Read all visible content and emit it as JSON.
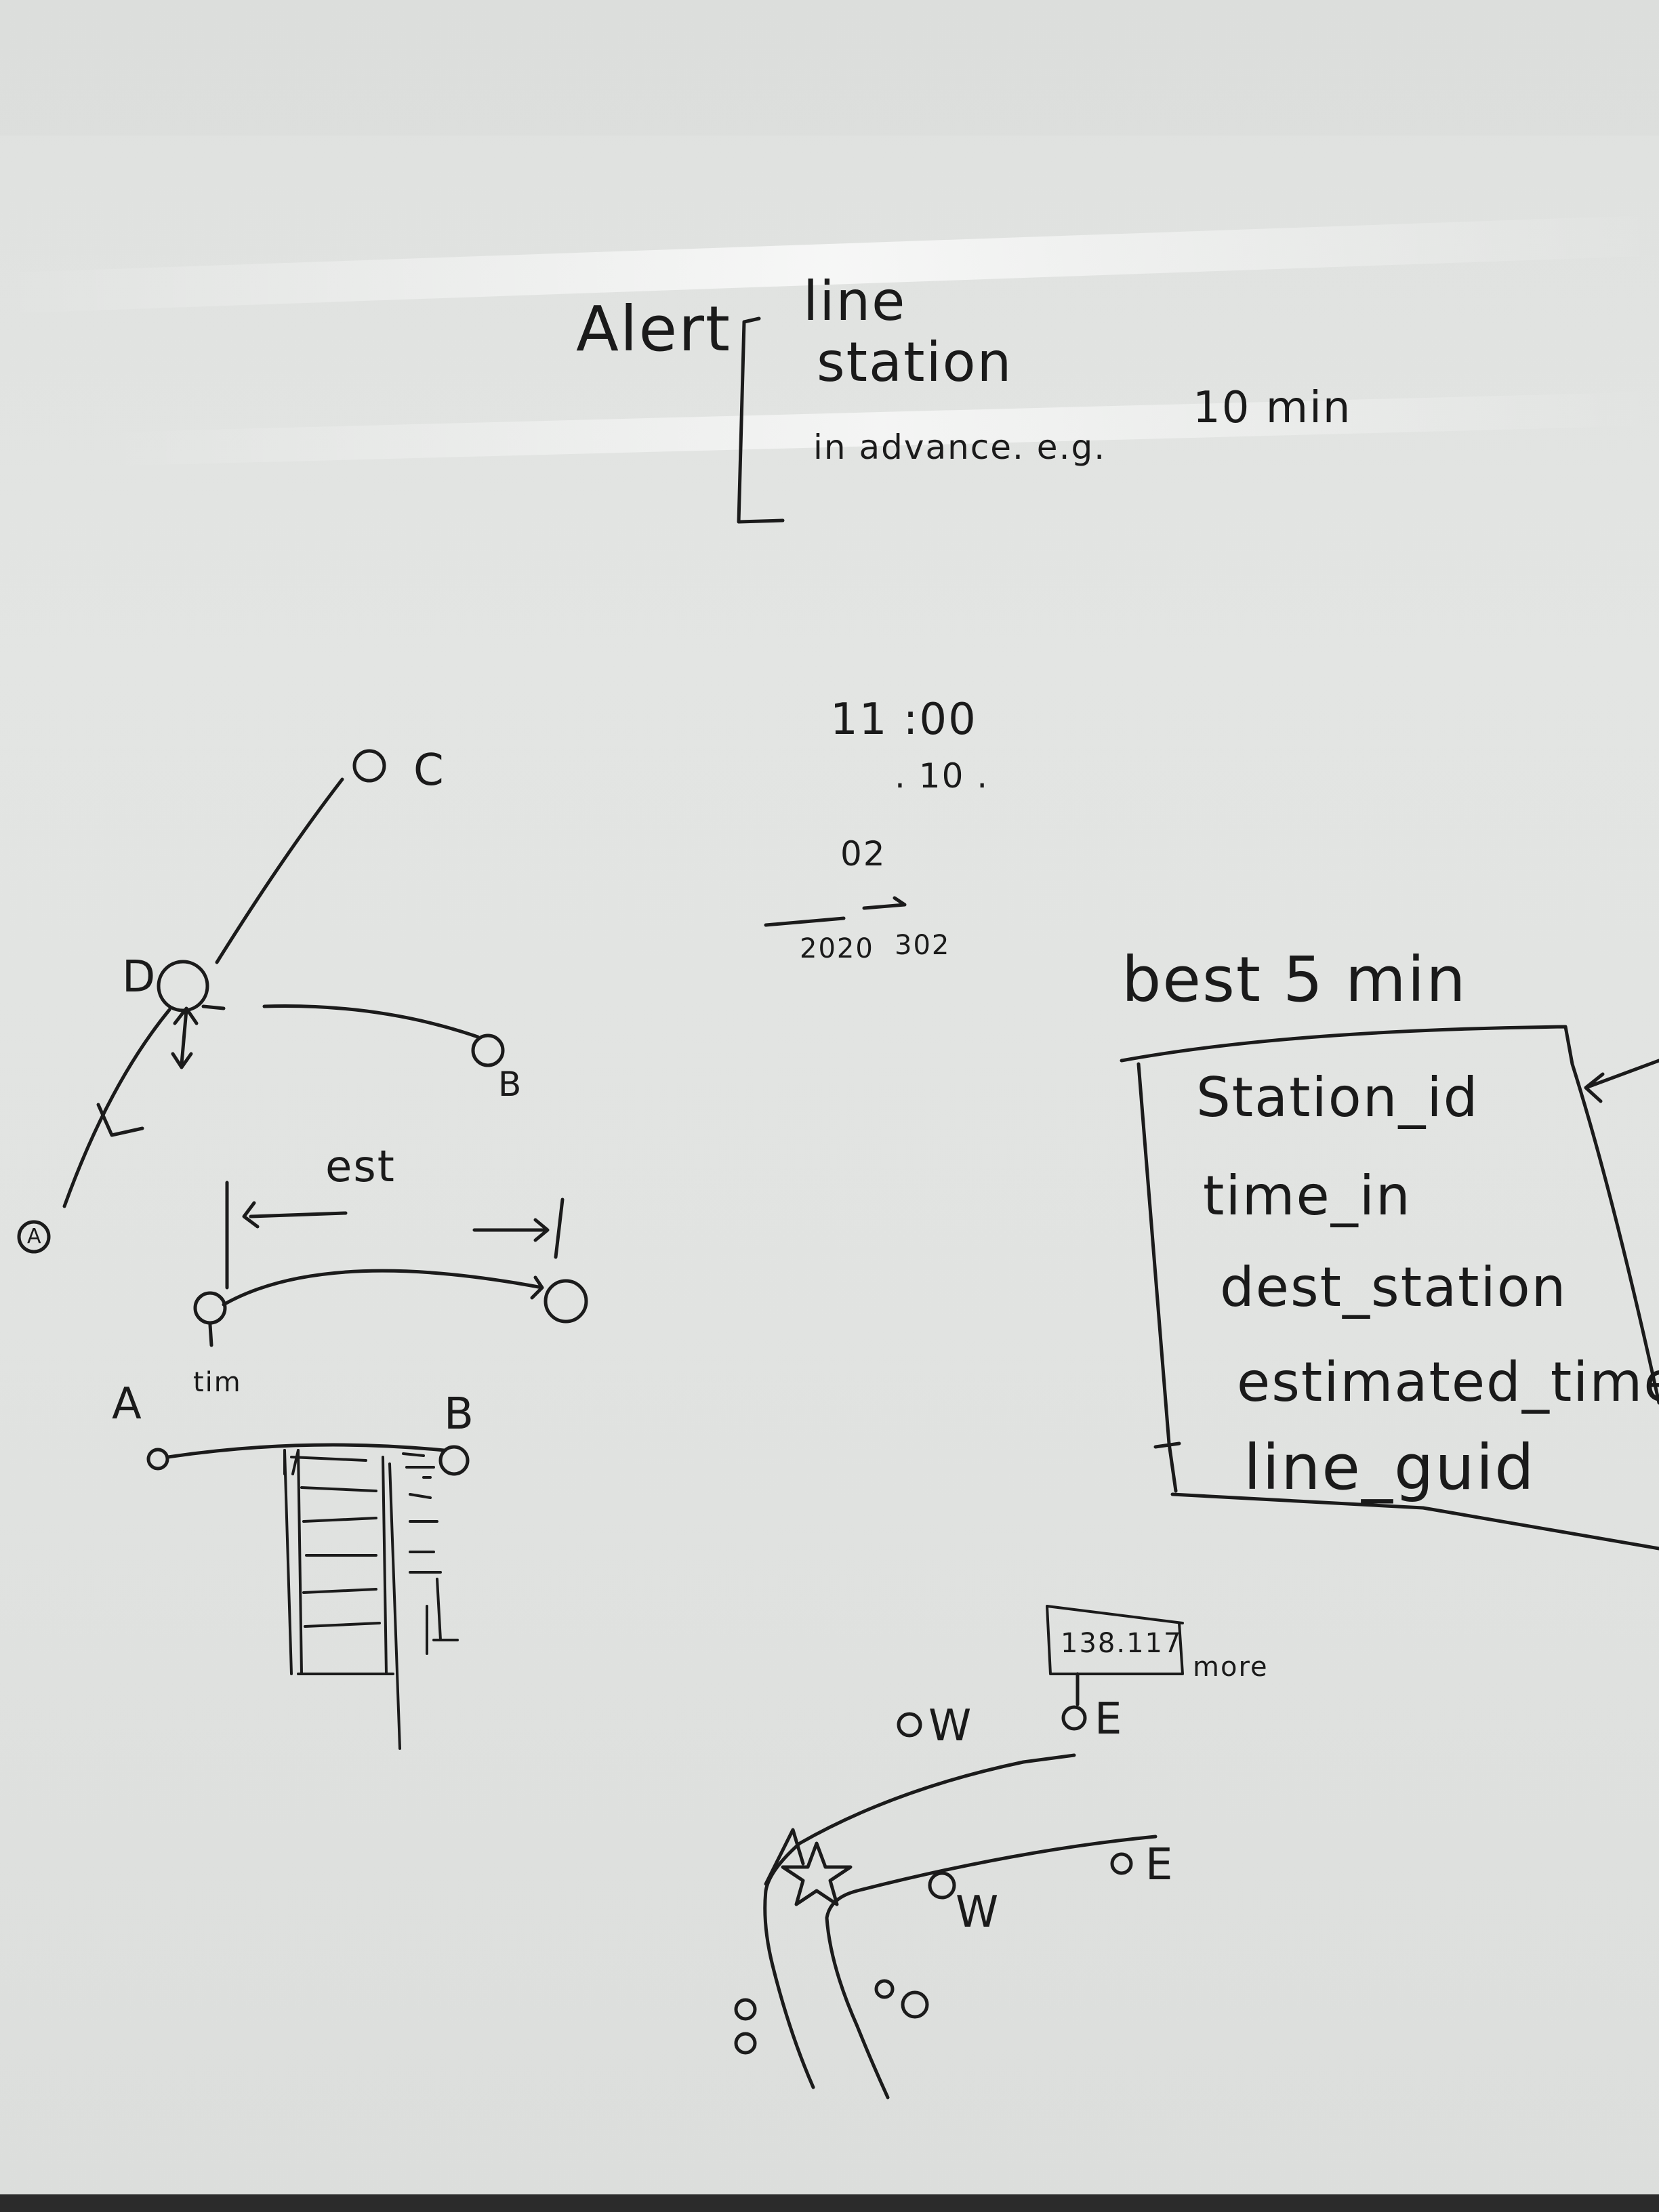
{
  "alert_block": {
    "title": "Alert",
    "items": [
      "line",
      "station",
      "in advance. e.g."
    ],
    "example_value": "10 min"
  },
  "time_notes": {
    "time": "11 :00",
    "offset": ". 10 .",
    "code": "02",
    "range_start": "2020",
    "range_end": "302"
  },
  "left_graph": {
    "node_c": "C",
    "node_d": "D",
    "node_b": "B",
    "node_a_small": "A",
    "est_label": "est",
    "time_label": "tim",
    "node_a": "A",
    "node_b2": "B"
  },
  "schema_box": {
    "title": "best 5 min",
    "fields": [
      "Station_id",
      "time_in",
      "dest_station",
      "estimated_time",
      "line_guid"
    ]
  },
  "bottom_map": {
    "label_box": "138.117",
    "label_more": "more",
    "west_top": "W",
    "east_top": "E",
    "west_inner": "W",
    "east_inner": "E"
  }
}
